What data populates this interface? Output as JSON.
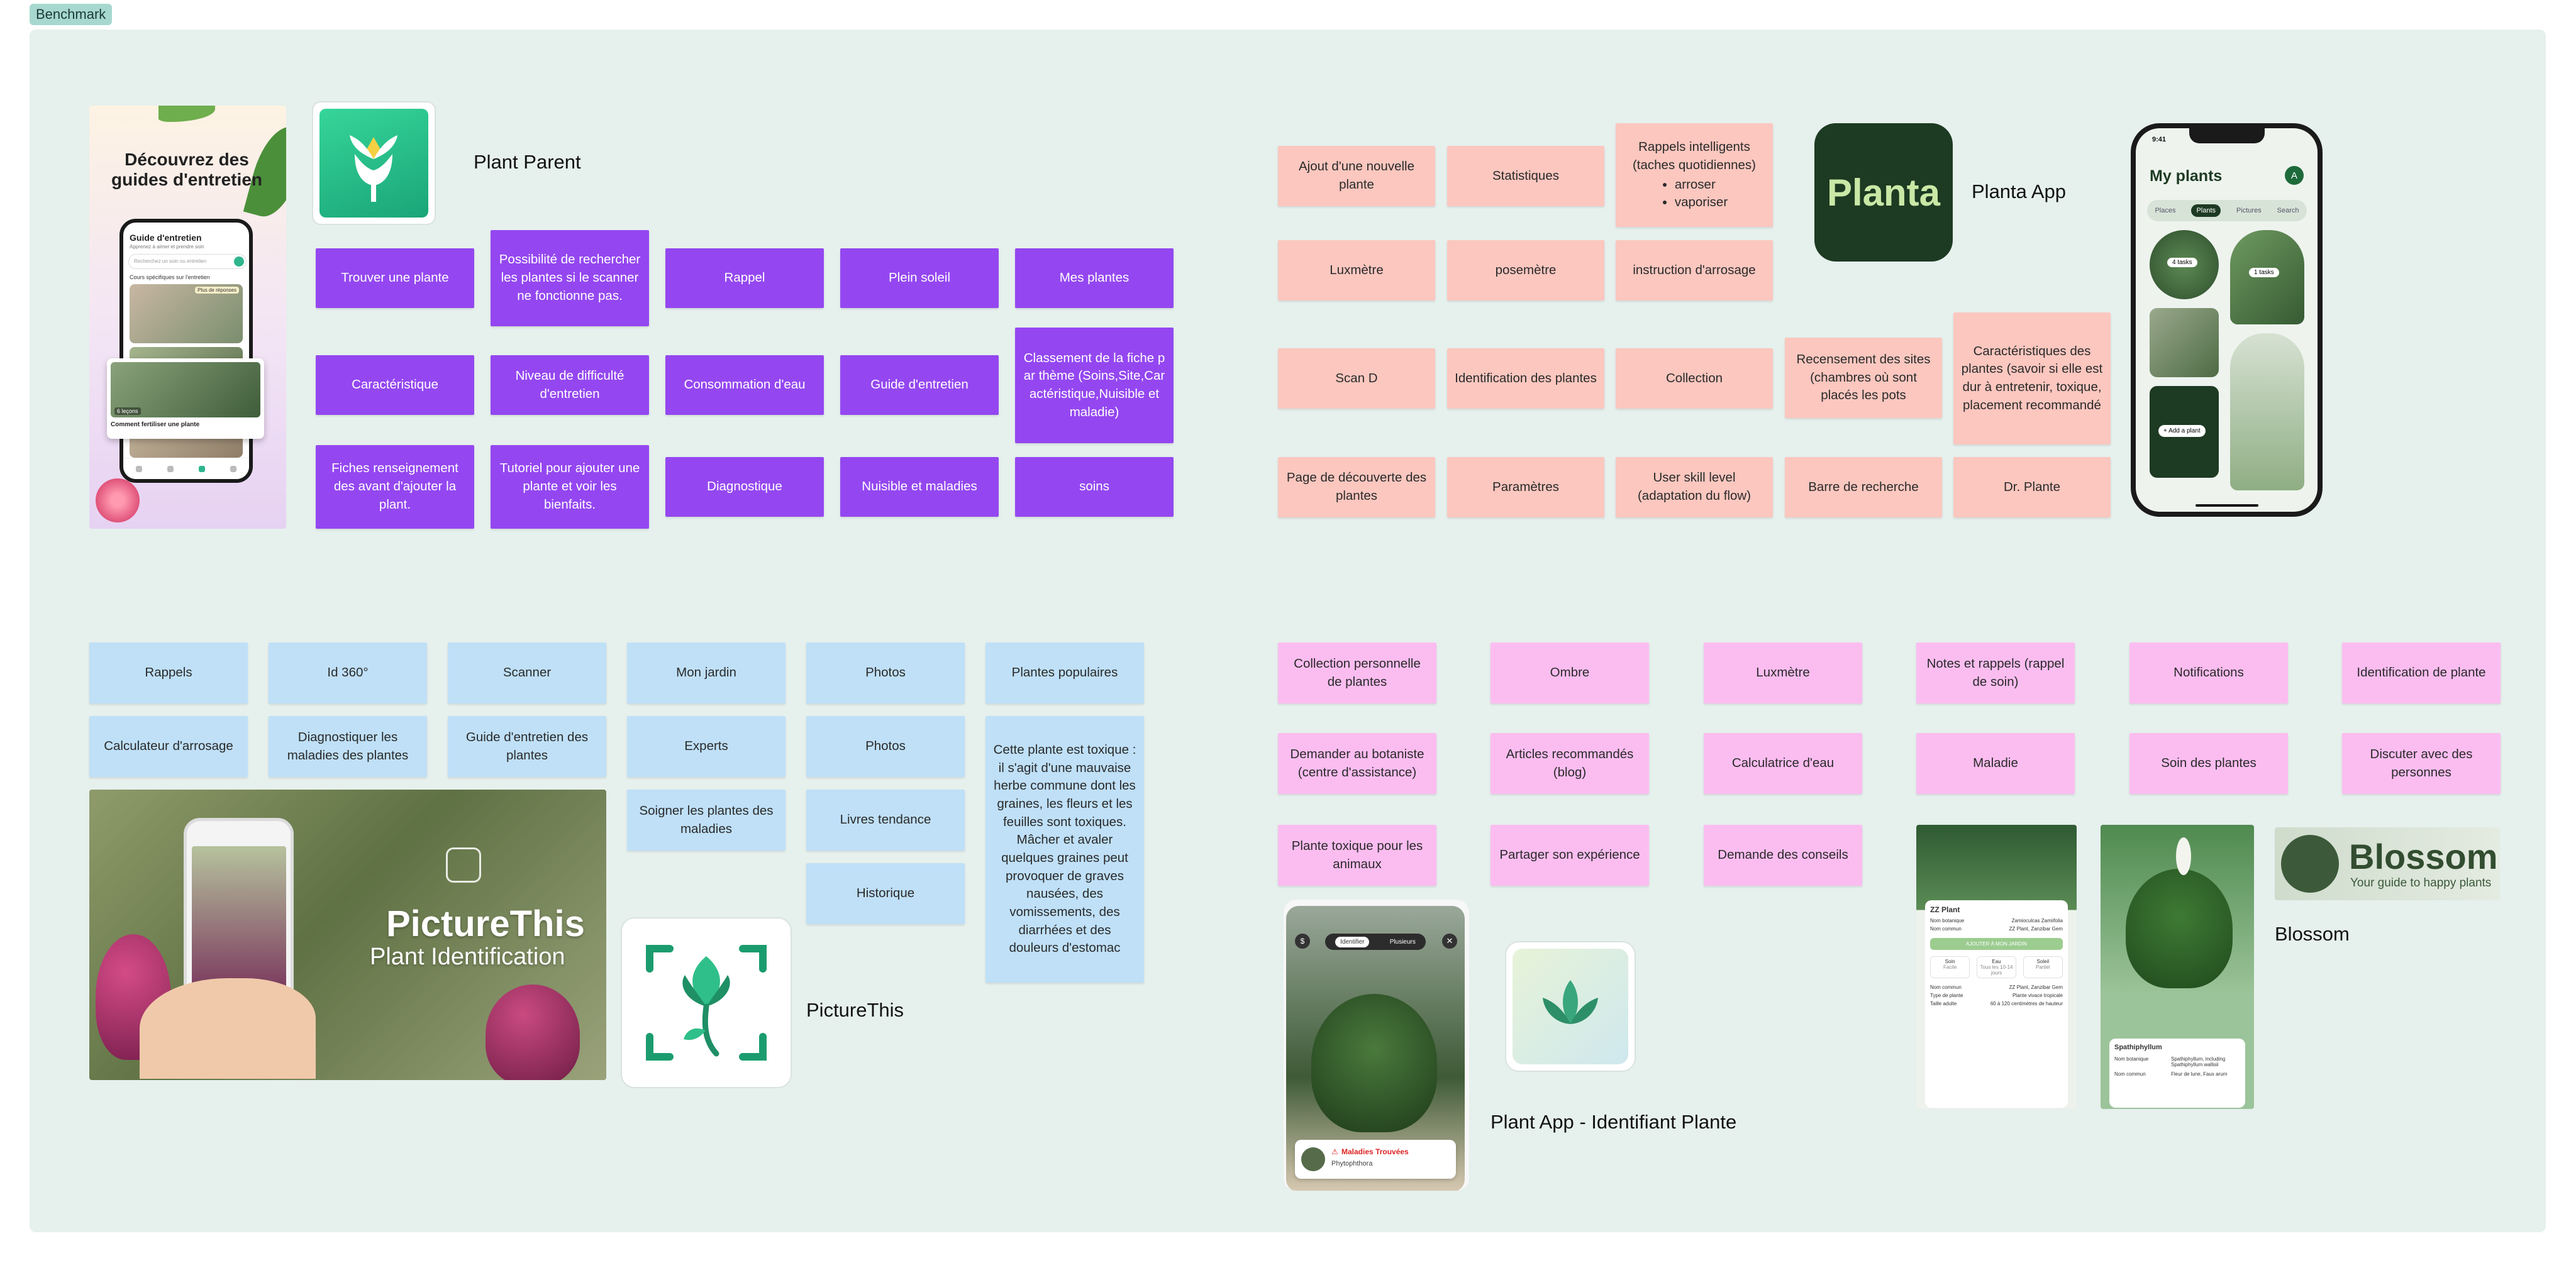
{
  "frame": {
    "label": "Benchmark"
  },
  "apps": {
    "plant_parent": {
      "name": "Plant Parent",
      "screenshot": {
        "title": "Découvrez des guides d'entretien",
        "inner_title": "Guide d'entretien",
        "inner_subtitle": "Apprenez à aimer et prendre soin",
        "search_placeholder": "Recherchez un soin ou entretien",
        "section": "Cours spécifiques sur l'entretien",
        "badge": "Plus de réponses",
        "card_caption": "Comment fertiliser une plante",
        "card_tag": "6 leçons"
      },
      "notes": [
        "Trouver une plante",
        "Possibilité de rechercher les plantes si le scanner ne fonctionne pas.",
        "Rappel",
        "Plein soleil",
        "Mes plantes",
        "Caractéristique",
        "Niveau de difficulté d'entretien",
        "Consommation d'eau",
        "Guide d'entretien",
        "Classement de la fiche par thème (Soins,Site,Caractéristique,Nuisible et maladie)",
        "Fiches renseignement des avant d'ajouter la plant.",
        "Tutoriel pour ajouter une plante et voir les bienfaits.",
        "Diagnostique",
        "Nuisible et maladies",
        "soins"
      ]
    },
    "planta": {
      "name": "Planta App",
      "icon_text": "Planta",
      "phone": {
        "time": "9:41",
        "title": "My plants",
        "avatar": "A",
        "tabs": [
          "Places",
          "Plants",
          "Pictures",
          "Search"
        ],
        "task_a": "4 tasks",
        "task_b": "1 tasks",
        "add_button": "+ Add a plant"
      },
      "notes": [
        "Ajout d'une nouvelle plante",
        "Statistiques",
        "Rappels intelligents (taches quotidiennes)",
        "arroser",
        "vaporiser",
        "Luxmètre",
        "posemètre",
        "instruction d'arrosage",
        "Scan D",
        "Identification des plantes",
        "Collection",
        "Recensement des sites (chambres où sont placés les pots",
        "Caractéristiques des plantes (savoir si elle est dur à entretenir, toxique, placement recommandé",
        "Page de découverte des plantes",
        "Paramètres",
        "User skill level (adaptation du flow)",
        "Barre de recherche",
        "Dr. Plante"
      ]
    },
    "picturethis": {
      "name": "PictureThis",
      "banner_title": "PictureThis",
      "banner_subtitle": "Plant Identification",
      "notes": [
        "Rappels",
        "Id 360°",
        "Scanner",
        "Mon jardin",
        "Photos",
        "Plantes populaires",
        "Calculateur d'arrosage",
        "Diagnostiquer les maladies des plantes",
        "Guide d'entretien des plantes",
        "Experts",
        "Photos",
        "Cette plante est toxique :\nil s'agit d'une mauvaise herbe commune dont les graines, les fleurs et les feuilles sont toxiques. Mâcher et avaler quelques graines peut provoquer de graves nausées, des vomissements, des diarrhées et des douleurs d'estomac",
        "Soigner les plantes des maladies",
        "Livres tendance",
        "Historique"
      ]
    },
    "plant_app": {
      "name": "Plant App - Identifiant Plante",
      "screenshot": {
        "tab_a": "Identifier",
        "tab_b": "Plusieurs",
        "result_title": "Maladies Trouvées",
        "result_sub": "Phytophthora"
      },
      "notes": [
        "Collection personnelle de plantes",
        "Ombre",
        "Luxmètre",
        "Notes et rappels (rappel de soin)",
        "Notifications",
        "Identification de plante",
        "Demander au botaniste (centre d'assistance)",
        "Articles recommandés (blog)",
        "Calculatrice d'eau",
        "Maladie",
        "Soin des plantes",
        "Discuter avec des personnes",
        "Plante toxique pour les animaux",
        "Partager son expérience",
        "Demande des conseils"
      ]
    },
    "blossom": {
      "name": "Blossom",
      "logo_text": "Blossom",
      "logo_tagline": "Your guide to happy plants",
      "screenshot_a": {
        "plant": "ZZ Plant",
        "row1_label": "Nom botanique",
        "row1_value": "Zamioculcas Zamiifolia",
        "row2_label": "Nom commun",
        "row2_value": "ZZ Plant, Zanzibar Gem",
        "button": "AJOUTER À MON JARDIN",
        "care": [
          "Soin",
          "Eau",
          "Soleil"
        ],
        "care_values": [
          "Facile",
          "Tous les 10-14 jours",
          "Partiel"
        ],
        "row3_label": "Nom commun",
        "row3_value": "ZZ Plant, Zanzibar Gem",
        "row4_label": "Type de plante",
        "row4_value": "Plante vivace tropicale",
        "row5_label": "Taille adulte",
        "row5_value": "60 à 120 centimètres de hauteur"
      },
      "screenshot_b": {
        "plant": "Spathiphyllum",
        "row1_label": "Nom botanique",
        "row1_value": "Spathiphyllum, including Spathiphyllum wallisii",
        "row2_label": "Nom commun",
        "row2_value": "Fleur de lune, Faux arum"
      }
    }
  }
}
